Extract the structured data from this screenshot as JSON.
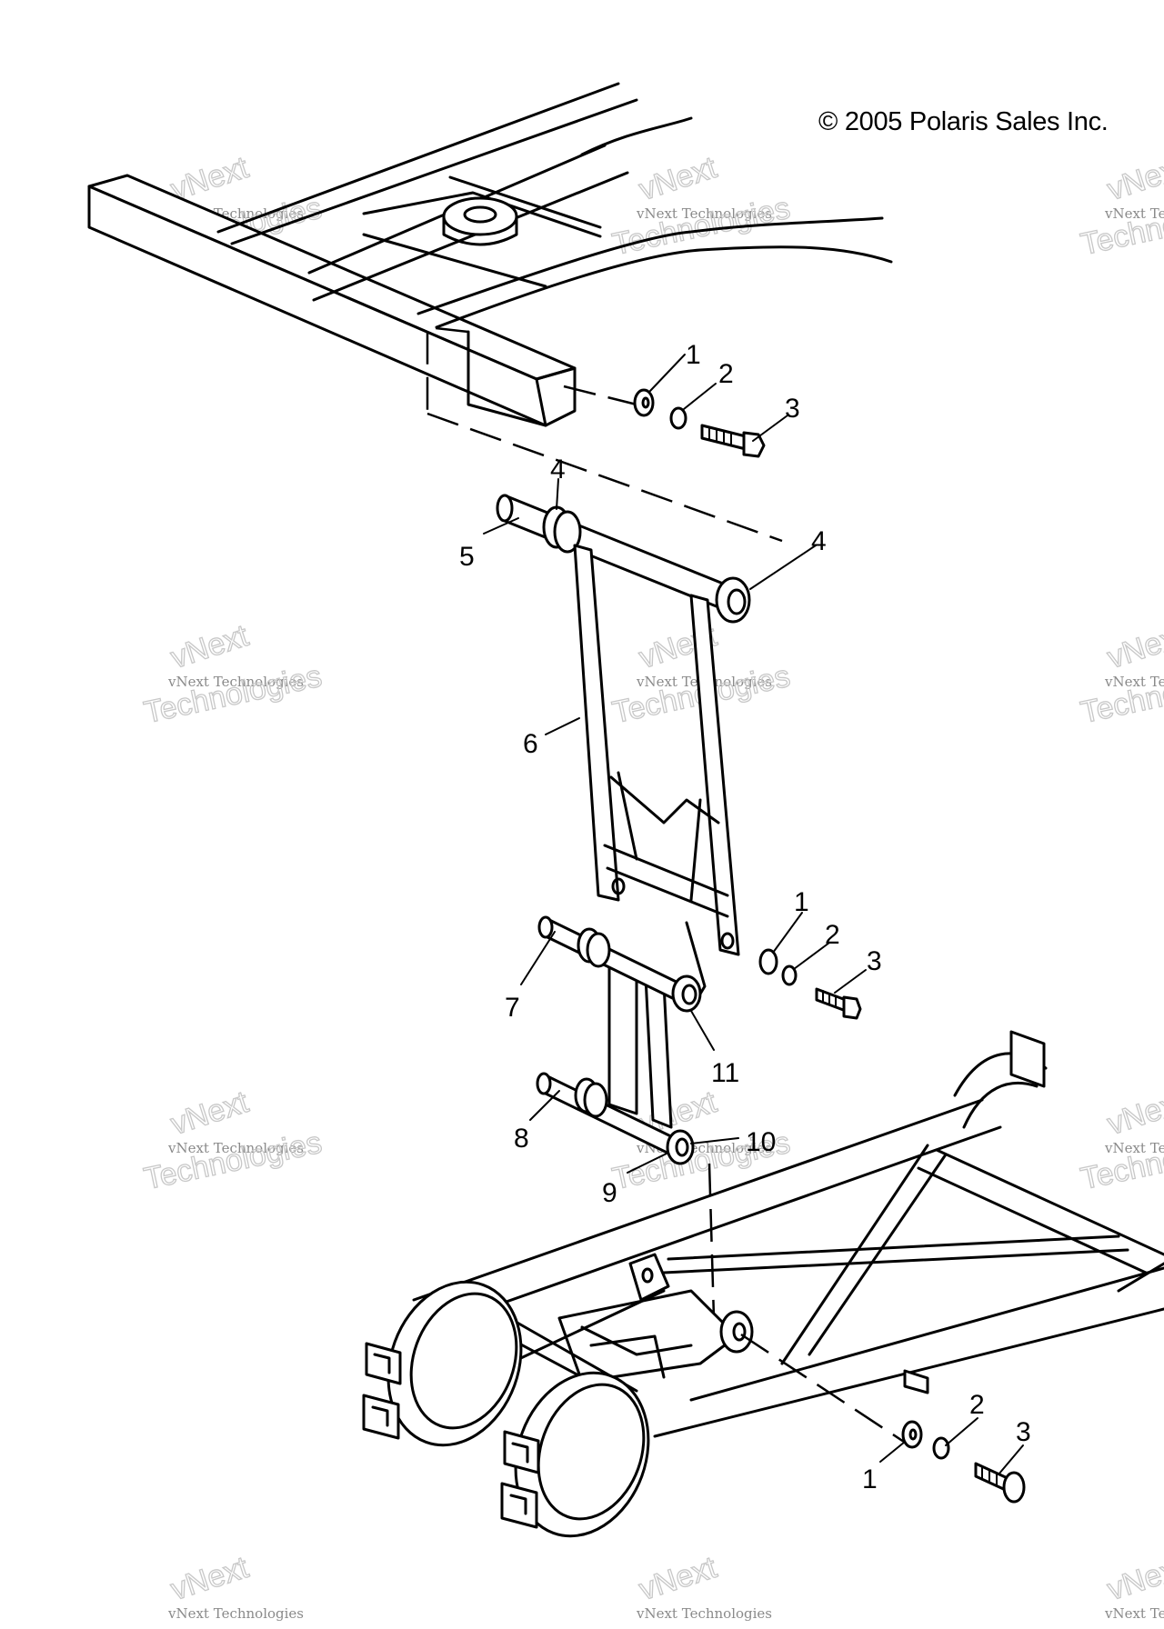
{
  "copyright": "© 2005 Polaris Sales Inc.",
  "watermark": {
    "top": "vNext",
    "middle": "vNext Technologies",
    "bottom": "Technologies"
  },
  "callouts": {
    "c1a": "1",
    "c2a": "2",
    "c3a": "3",
    "c4a": "4",
    "c4b": "4",
    "c5": "5",
    "c6": "6",
    "c1b": "1",
    "c2b": "2",
    "c3b": "3",
    "c7": "7",
    "c11": "11",
    "c8": "8",
    "c10": "10",
    "c9": "9",
    "c1c": "1",
    "c2c": "2",
    "c3c": "3"
  },
  "colors": {
    "line": "#000000",
    "background": "#ffffff",
    "watermark": "#c8c8c8"
  }
}
